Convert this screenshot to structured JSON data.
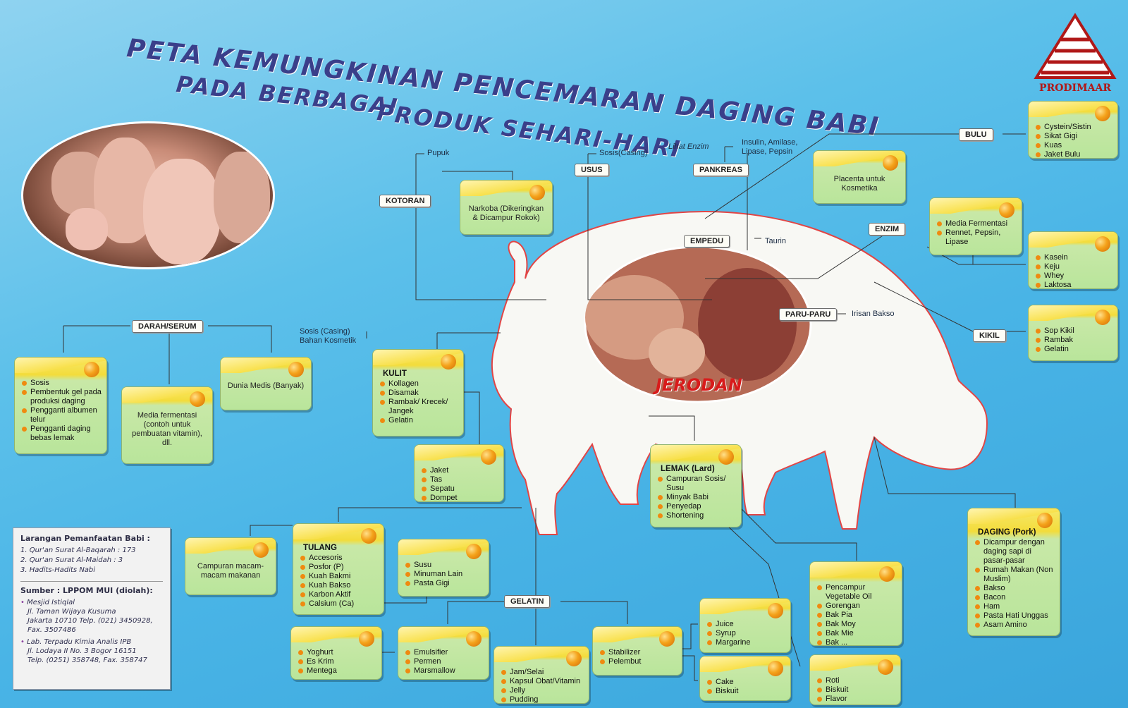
{
  "title": {
    "line1": "PETA KEMUNGKINAN PENCEMARAN DAGING BABI",
    "line2": "PADA BERBAGAI",
    "line3": "PRODUK SEHARI-HARI"
  },
  "logo": {
    "name": "PRODIMAAR",
    "icon": "pyramid-logo-icon"
  },
  "center_label": "JERODAN",
  "labels": {
    "bulu": "BULU",
    "usus": "USUS",
    "pankreas": "PANKREAS",
    "kotoran": "KOTORAN",
    "empedu": "EMPEDU",
    "enzim": "ENZIM",
    "paru": "PARU-PARU",
    "kikil": "KIKIL",
    "darah": "DARAH/SERUM",
    "gelatin": "GELATIN"
  },
  "notes": {
    "pupuk": "Pupuk",
    "sosis_casing": "Sosis(Casing)",
    "lihat_enzim": "Lihat Enzim",
    "insulin": "Insulin, Amilase,",
    "lipase": "Lipase, Pepsin",
    "taurin": "Taurin",
    "irisan": "Irisan Bakso",
    "sosis_casing2": "Sosis (Casing)",
    "bahan_kosmetik": "Bahan Kosmetik"
  },
  "cards": {
    "bulu_items": [
      "Cystein/Sistin",
      "Sikat Gigi",
      "Kuas",
      "Jaket Bulu"
    ],
    "placenta": "Placenta untuk Kosmetika",
    "enzim_items": [
      "Media Fermentasi",
      "Rennet, Pepsin, Lipase"
    ],
    "kasein_items": [
      "Kasein",
      "Keju",
      "Whey",
      "Laktosa"
    ],
    "kikil_items": [
      "Sop Kikil",
      "Rambak",
      "Gelatin"
    ],
    "narkoba": "Narkoba (Dikeringkan & Dicampur Rokok)",
    "darah_items": [
      "Sosis",
      "Pembentuk gel pada produksi daging",
      "Pengganti albumen telur",
      "Pengganti daging bebas lemak"
    ],
    "media_fermentasi": "Media fermentasi (contoh untuk pembuatan vitamin), dll.",
    "dunia_medis": "Dunia Medis (Banyak)",
    "kulit_title": "KULIT",
    "kulit_items": [
      "Kollagen",
      "Disamak",
      "Rambak/ Krecek/ Jangek",
      "Gelatin"
    ],
    "jaket_items": [
      "Jaket",
      "Tas",
      "Sepatu",
      "Dompet"
    ],
    "lemak_title": "LEMAK (Lard)",
    "lemak_items": [
      "Campuran Sosis/ Susu",
      "Minyak Babi",
      "Penyedap",
      "Shortening"
    ],
    "daging_title": "DAGING (Pork)",
    "daging_items": [
      "Dicampur dengan daging sapi di pasar-pasar",
      "Rumah Makan (Non Muslim)",
      "Bakso",
      "Bacon",
      "Ham",
      "Pasta Hati Unggas",
      "Asam Amino"
    ],
    "campuran_makanan": "Campuran macam-macam makanan",
    "tulang_title": "TULANG",
    "tulang_items": [
      "Accesoris",
      "Posfor (P)",
      "Kuah Bakmi",
      "Kuah Bakso",
      "Karbon Aktif",
      "Calsium (Ca)"
    ],
    "susu_items": [
      "Susu",
      "Minuman Lain",
      "Pasta Gigi"
    ],
    "pencampur_items": [
      "Pencampur Vegetable Oil",
      "Gorengan",
      "Bak Pia",
      "Bak Moy",
      "Bak Mie",
      "Bak ..."
    ],
    "juice_items": [
      "Juice",
      "Syrup",
      "Margarine"
    ],
    "yoghurt_items": [
      "Yoghurt",
      "Es Krim",
      "Mentega"
    ],
    "emulsifier_items": [
      "Emulsifier",
      "Permen",
      "Marsmallow"
    ],
    "stabilizer_items": [
      "Stabilizer",
      "Pelembut"
    ],
    "jam_items": [
      "Jam/Selai",
      "Kapsul Obat/Vitamin",
      "Jelly",
      "Pudding"
    ],
    "cake_items": [
      "Cake",
      "Biskuit"
    ],
    "roti_items": [
      "Roti",
      "Biskuit",
      "Flavor"
    ]
  },
  "legend": {
    "title": "Larangan Pemanfaatan Babi :",
    "items": [
      "1. Qur'an Surat Al-Baqarah : 173",
      "2. Qur'an Surat Al-Maidah : 3",
      "3. Hadits-Hadits Nabi"
    ],
    "source_title": "Sumber : LPPOM MUI (diolah):",
    "source1": [
      "Mesjid Istiqlal",
      "Jl. Taman Wijaya Kusuma",
      "Jakarta 10710 Telp. (021) 3450928,",
      "Fax. 3507486"
    ],
    "source2": [
      "Lab. Terpadu Kimia Analis IPB",
      "Jl. Lodaya II No. 3 Bogor 16151",
      "Telp. (0251) 358748, Fax. 358747"
    ]
  }
}
